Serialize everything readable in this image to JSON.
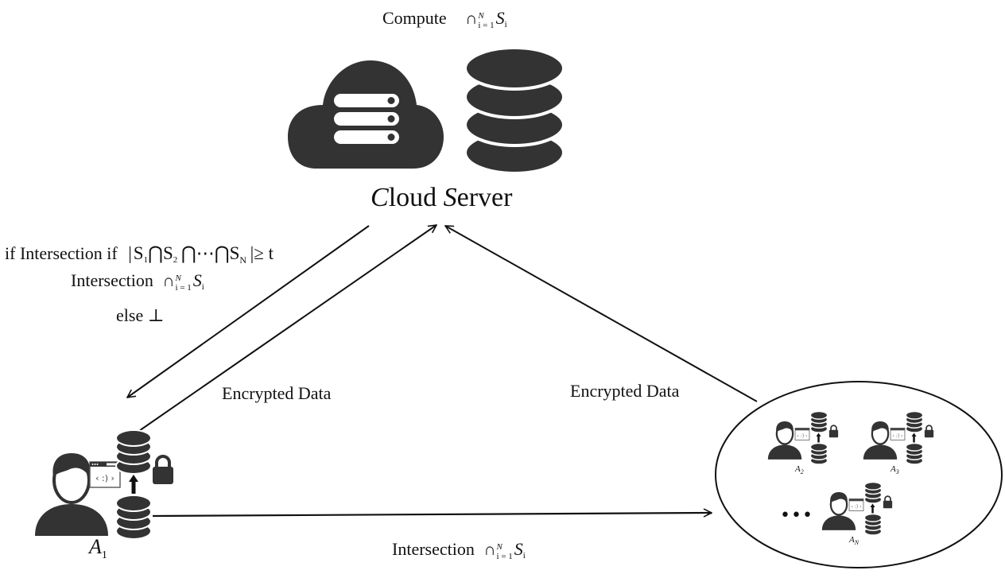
{
  "colors": {
    "icon_fill": "#333333",
    "line": "#111111",
    "background": "#ffffff"
  },
  "server": {
    "compute_label": "Compute",
    "compute_expr": {
      "op": "∩",
      "sup": "N",
      "sub": "i = 1",
      "set": "S",
      "set_sub": "i"
    },
    "title_parts": [
      {
        "text": "C",
        "italic": true
      },
      {
        "text": "loud ",
        "italic": false
      },
      {
        "text": "S",
        "italic": true
      },
      {
        "text": "erver",
        "italic": false
      }
    ],
    "icons": [
      "cloud-server-icon",
      "database-icon"
    ]
  },
  "condition": {
    "line1_prefix": "if Intersection if",
    "line1_expr": {
      "bar_open": "|",
      "s1": "S",
      "s1_sub": "1",
      "cap": "⋂",
      "s2": "S",
      "s2_sub": "2",
      "dots": "⋯",
      "sn": "S",
      "sn_sub": "N",
      "tail": "|≥ t"
    },
    "line2_label": "Intersection",
    "line2_expr": {
      "op": "∩",
      "sup": "N",
      "sub": "i = 1",
      "set": "S",
      "set_sub": "i"
    },
    "line3": "else ⊥"
  },
  "edges": [
    {
      "name": "result-to-a1",
      "from": "cloud-server",
      "to": "A1",
      "label": ""
    },
    {
      "name": "a1-encrypted-data",
      "from": "A1",
      "to": "cloud-server",
      "label": "Encrypted Data"
    },
    {
      "name": "group-encrypted-data",
      "from": "participants-group",
      "to": "cloud-server",
      "label": "Encrypted Data"
    },
    {
      "name": "a1-intersection",
      "from": "A1",
      "to": "participants-group",
      "label": "Intersection"
    }
  ],
  "bottom_expr": {
    "op": "∩",
    "sup": "N",
    "sub": "i = 1",
    "set": "S",
    "set_sub": "i"
  },
  "participants": {
    "main": {
      "label": "A",
      "sub": "1"
    },
    "group": [
      {
        "label": "A",
        "sub": "2"
      },
      {
        "label": "A",
        "sub": "3"
      },
      {
        "label": "A",
        "sub": "N"
      }
    ],
    "ellipsis": "•••",
    "code_glyph": "〈 :) 〉"
  }
}
